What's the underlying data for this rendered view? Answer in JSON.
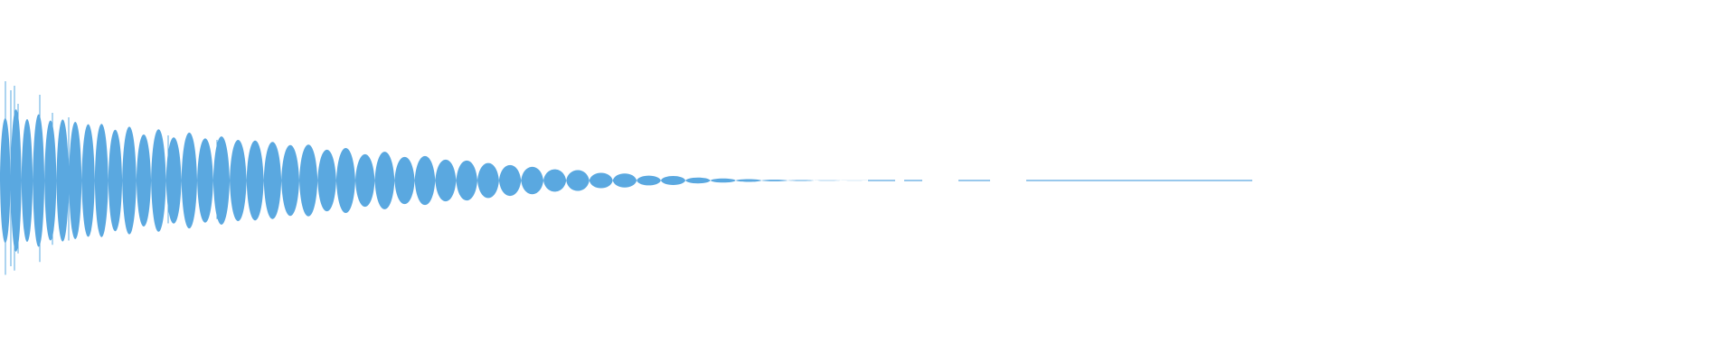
{
  "waveform": {
    "color": "#5aa8e0",
    "amplitude_envelope": [
      1.0,
      0.92,
      0.85,
      0.8,
      0.74,
      0.7,
      0.66,
      0.62,
      0.58,
      0.54,
      0.5,
      0.46,
      0.42,
      0.38,
      0.34,
      0.3,
      0.26,
      0.22,
      0.18,
      0.15,
      0.12,
      0.09,
      0.07,
      0.05,
      0.03,
      0.02,
      0.01,
      0.005,
      0.002,
      0.0
    ],
    "lobe_count": 46
  }
}
